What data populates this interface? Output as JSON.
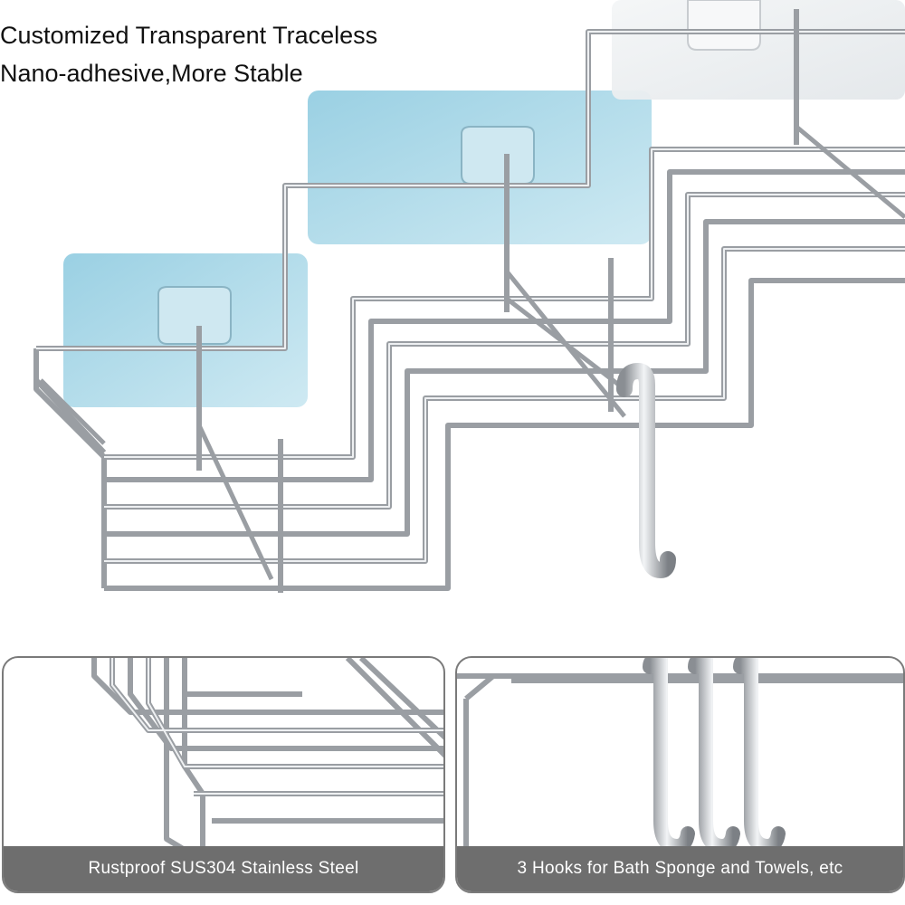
{
  "headline": {
    "line1": "Customized Transparent Traceless",
    "line2": "Nano-adhesive,More Stable"
  },
  "panels": {
    "left_caption": "Rustproof SUS304 Stainless Steel",
    "right_caption": "3 Hooks for Bath Sponge and Towels, etc"
  },
  "colors": {
    "wire": "#9a9ea3",
    "wire_highlight": "#e9ecef",
    "adhesive_blue": "#a9d6e6",
    "adhesive_clear": "#eef1f3",
    "caption_bg": "#6e6e6e",
    "panel_border": "#7a7a7a"
  }
}
